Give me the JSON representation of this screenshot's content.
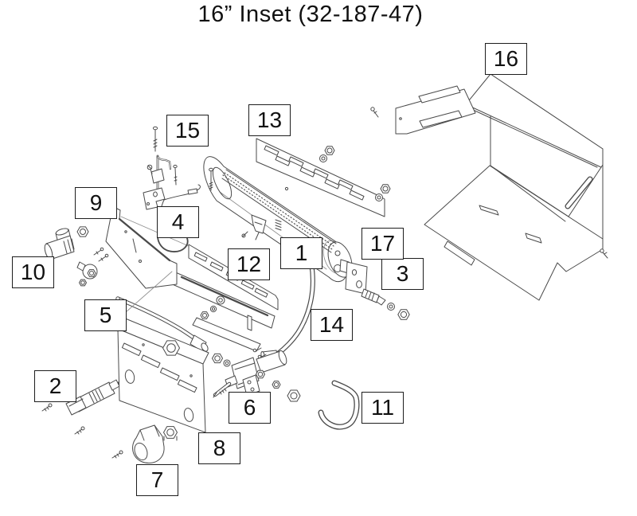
{
  "title": "16” Inset (32-187-47)",
  "title_parts": {
    "size": "16”",
    "name": "Inset",
    "model_code": "32-187-47"
  },
  "callouts": [
    "1",
    "2",
    "3",
    "4",
    "5",
    "6",
    "7",
    "8",
    "9",
    "10",
    "11",
    "12",
    "13",
    "14",
    "15",
    "16",
    "17"
  ],
  "colors": {
    "background": "#ffffff",
    "line_art": "#4a4a4a",
    "callout_border": "#1d1d1d",
    "text": "#111111"
  }
}
